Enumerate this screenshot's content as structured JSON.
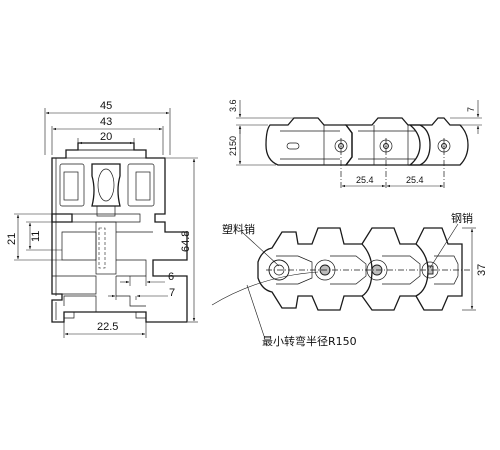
{
  "front_view": {
    "dim_width_45": "45",
    "dim_width_43": "43",
    "dim_width_20": "20",
    "dim_height_64_8": "64.8",
    "dim_height_21": "21",
    "dim_height_11": "11",
    "dim_6": "6",
    "dim_7": "7",
    "dim_22_5": "22.5"
  },
  "top_view": {
    "dim_3_6": "3.6",
    "dim_2150": "2150",
    "dim_7": "7",
    "pitch_1": "25.4",
    "pitch_2": "25.4"
  },
  "side_view": {
    "label_plastic_pin": "塑料销",
    "label_steel_pin": "钢销",
    "label_min_radius": "最小转弯半径R150",
    "dim_37": "37"
  }
}
